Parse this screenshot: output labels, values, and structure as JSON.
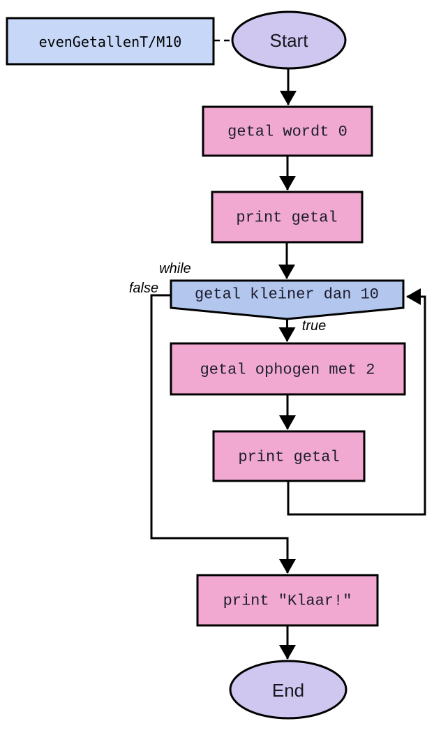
{
  "flowchart": {
    "function_label": "evenGetallenT/M10",
    "terminals": {
      "start": "Start",
      "end": "End"
    },
    "processes": {
      "init": "getal wordt 0",
      "print_first": "print getal",
      "increment": "getal ophogen met 2",
      "print_loop": "print getal",
      "print_done": "print \"Klaar!\""
    },
    "condition": {
      "text": "getal kleiner dan 10",
      "loop_type_label": "while",
      "true_label": "true",
      "false_label": "false"
    },
    "colors": {
      "function_label_fill": "#c7d7f8",
      "terminal_fill": "#cfc7f0",
      "process_fill": "#f1a9d1",
      "condition_fill": "#b3c7ee",
      "line": "#000000"
    }
  }
}
